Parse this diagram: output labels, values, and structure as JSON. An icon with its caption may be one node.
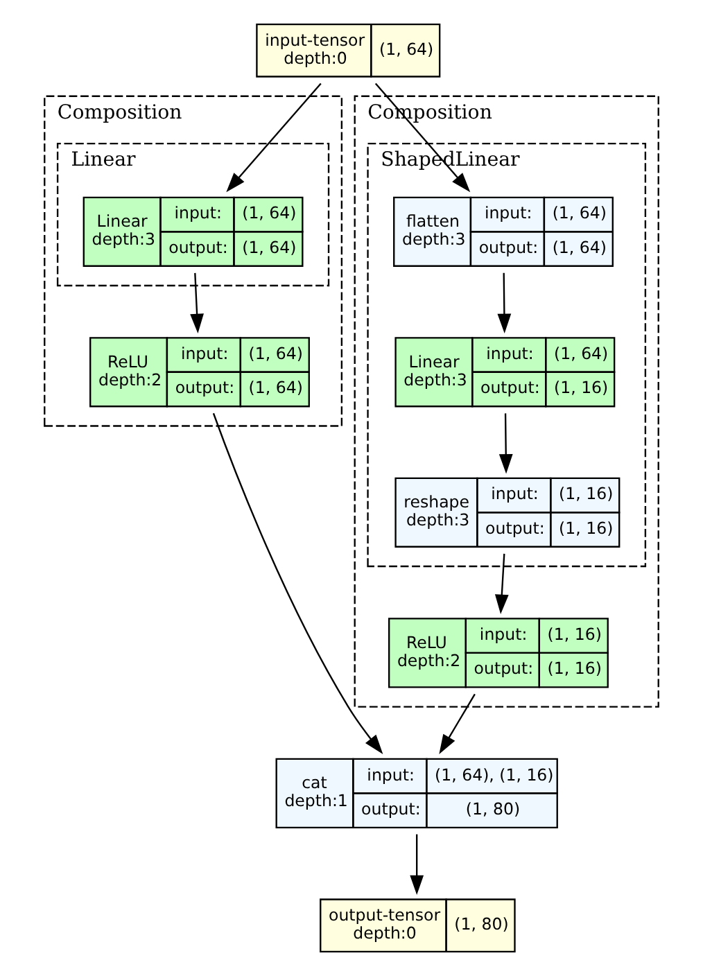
{
  "diagram": {
    "nodes": [
      {
        "text": [
          "input-tensor depth:0",
          "(1, 64)"
        ]
      },
      {
        "text": [
          "Composition"
        ]
      },
      {
        "text": [
          "Linear"
        ],
        "in": 1
      },
      {
        "text": [
          "Linear depth:3",
          "input:",
          "(1, 64)",
          "output:",
          "(1, 64)"
        ],
        "in": 2
      },
      {
        "text": [
          "ReLU depth:2",
          "input:",
          "(1, 64)",
          "output:",
          "(1, 64)"
        ],
        "in": 1
      },
      {
        "text": [
          "Composition"
        ]
      },
      {
        "text": [
          "ShapedLinear"
        ],
        "in": 5
      },
      {
        "text": [
          "flatten depth:3",
          "input:",
          "(1, 64)",
          "output:",
          "(1, 64)"
        ],
        "in": 6
      },
      {
        "text": [
          "Linear depth:3",
          "input:",
          "(1, 64)",
          "output:",
          "(1, 16)"
        ],
        "in": 6
      },
      {
        "text": [
          "reshape depth:3",
          "input:",
          "(1, 16)",
          "output:",
          "(1, 16)"
        ],
        "in": 6
      },
      {
        "text": [
          "ReLU depth:2",
          "input:",
          "(1, 16)",
          "output:",
          "(1, 16)"
        ],
        "in": 5
      },
      {
        "text": [
          "cat depth:1",
          "input:",
          "(1, 64), (1, 16)",
          "output:",
          "(1, 80)"
        ]
      },
      {
        "text": [
          "output-tensor depth:0",
          "(1, 80)"
        ]
      }
    ],
    "edges": [
      {
        "from": 0,
        "to": 3,
        "arrow": "to"
      },
      {
        "from": 0,
        "to": 7,
        "arrow": "to"
      },
      {
        "from": 3,
        "to": 4,
        "arrow": "to"
      },
      {
        "from": 7,
        "to": 8,
        "arrow": "to"
      },
      {
        "from": 8,
        "to": 9,
        "arrow": "to"
      },
      {
        "from": 9,
        "to": 10,
        "arrow": "to"
      },
      {
        "from": 4,
        "to": 11,
        "arrow": "to"
      },
      {
        "from": 10,
        "to": 11,
        "arrow": "to"
      },
      {
        "from": 11,
        "to": 12,
        "arrow": "to"
      }
    ]
  }
}
